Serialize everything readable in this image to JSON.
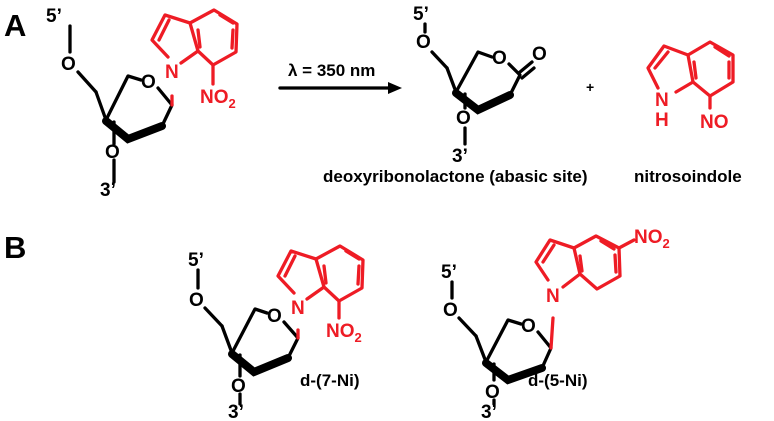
{
  "panels": {
    "a": "A",
    "b": "B"
  },
  "reaction": {
    "condition": "λ = 350 nm",
    "plus": "+"
  },
  "atoms": {
    "o": "O",
    "n": "N",
    "nh": "N",
    "h": "H",
    "five_prime": "5’",
    "three_prime": "3’",
    "no2_main": "NO",
    "no2_sub": "2",
    "no": "NO"
  },
  "labels": {
    "product1": "deoxyribonolactone (abasic site)",
    "product2": "nitrosoindole",
    "compound1": "d-(7-Ni)",
    "compound2": "d-(5-Ni)"
  },
  "colors": {
    "highlight": "#ee1c25",
    "bond": "#000000"
  }
}
